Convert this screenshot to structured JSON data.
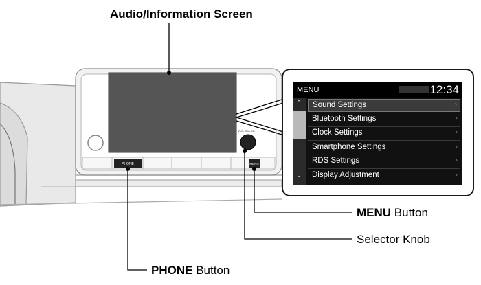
{
  "labels": {
    "screen": "Audio/Information Screen",
    "menu_bold": "MENU",
    "menu_rest": " Button",
    "knob": "Selector Knob",
    "phone_bold": "PHONE",
    "phone_rest": " Button"
  },
  "unit": {
    "phone_key": "PHONE",
    "menu_key": "MENU",
    "knob_labels": "VOL  SELECT"
  },
  "menu_screen": {
    "title": "MENU",
    "clock": "12:34",
    "items": [
      {
        "label": "Sound Settings",
        "selected": true
      },
      {
        "label": "Bluetooth Settings"
      },
      {
        "label": "Clock Settings"
      },
      {
        "label": "Smartphone Settings"
      },
      {
        "label": "RDS Settings"
      },
      {
        "label": "Display Adjustment"
      }
    ]
  }
}
